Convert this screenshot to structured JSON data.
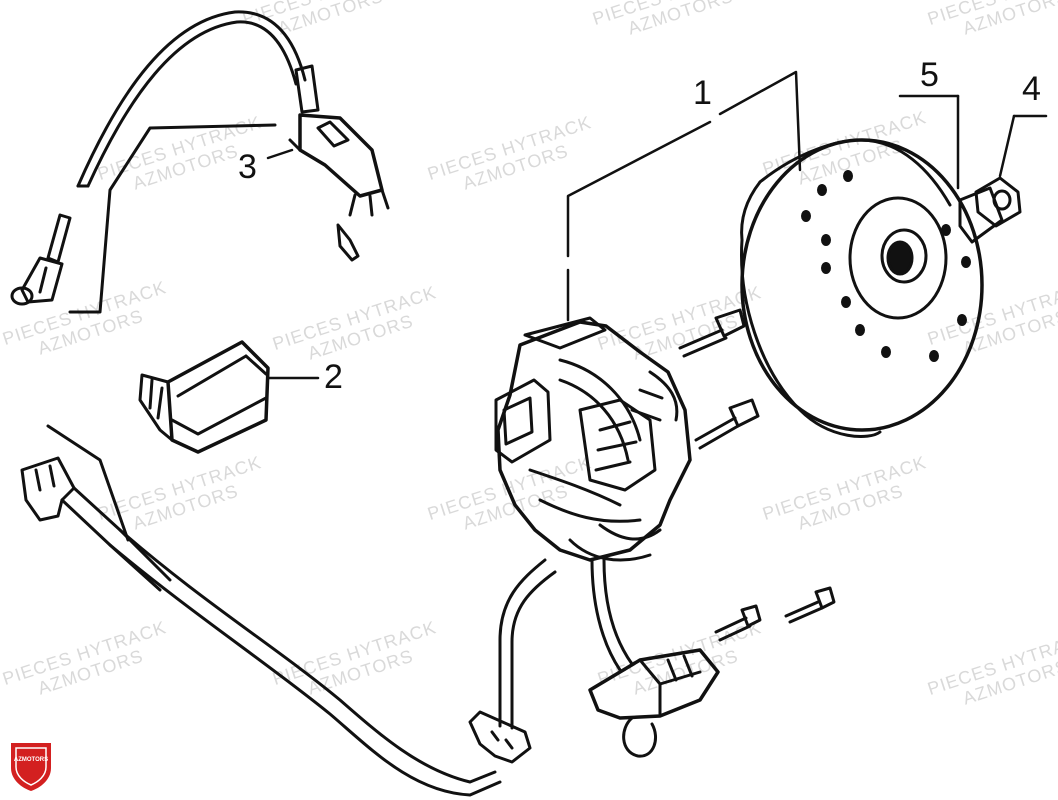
{
  "diagram": {
    "callouts": [
      {
        "id": "flywheel",
        "label": "1"
      },
      {
        "id": "regulator",
        "label": "2"
      },
      {
        "id": "ignition-coil",
        "label": "3"
      },
      {
        "id": "nut",
        "label": "4"
      },
      {
        "id": "washer",
        "label": "5"
      }
    ],
    "watermark": {
      "line1": "PIECES HYTRACK",
      "line2": "AZMOTORS"
    },
    "logo": {
      "text": "AZMOTORS",
      "color": "#d32020"
    },
    "line_color": "#111111"
  }
}
